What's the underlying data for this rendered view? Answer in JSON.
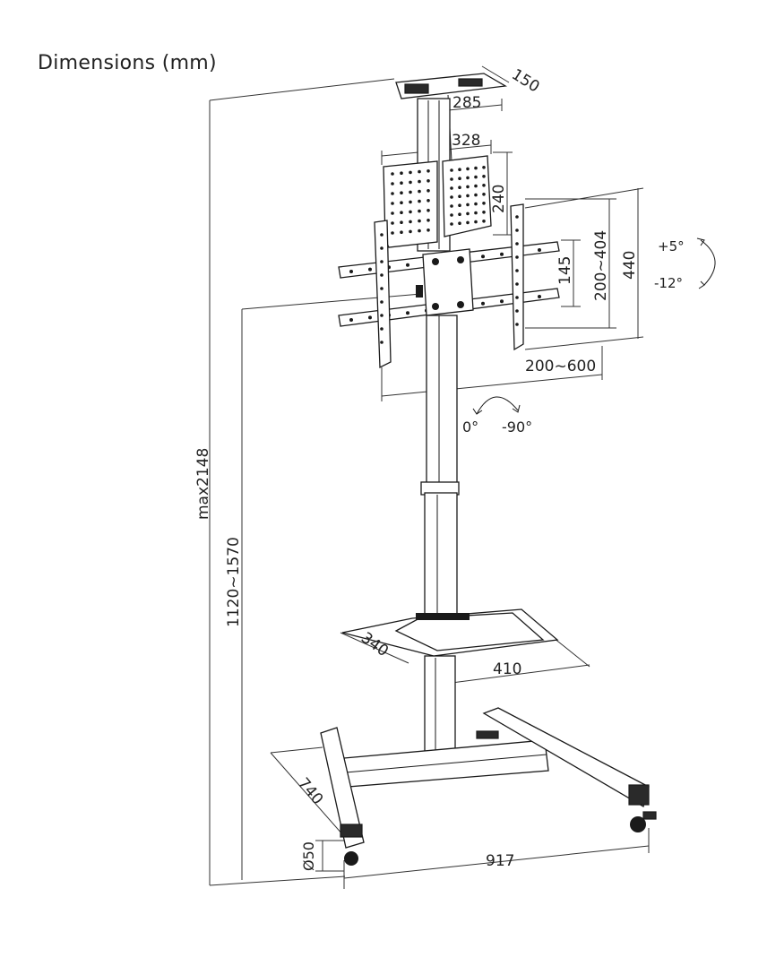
{
  "title": "Dimensions (mm)",
  "dimensions": {
    "top_depth": "150",
    "top_width": "285",
    "plate_width": "328",
    "plate_height": "240",
    "vesa_v_small": "145",
    "vesa_v_range": "200~404",
    "bracket_height": "440",
    "vesa_h_range": "200~600",
    "tilt_up": "+5°",
    "tilt_down": "-12°",
    "swivel_a": "0°",
    "swivel_b": "-90°",
    "max_height": "max2148",
    "center_height": "1120~1570",
    "shelf_depth": "340",
    "shelf_width": "410",
    "base_depth": "740",
    "caster_dia": "Ø50",
    "base_width": "917"
  }
}
